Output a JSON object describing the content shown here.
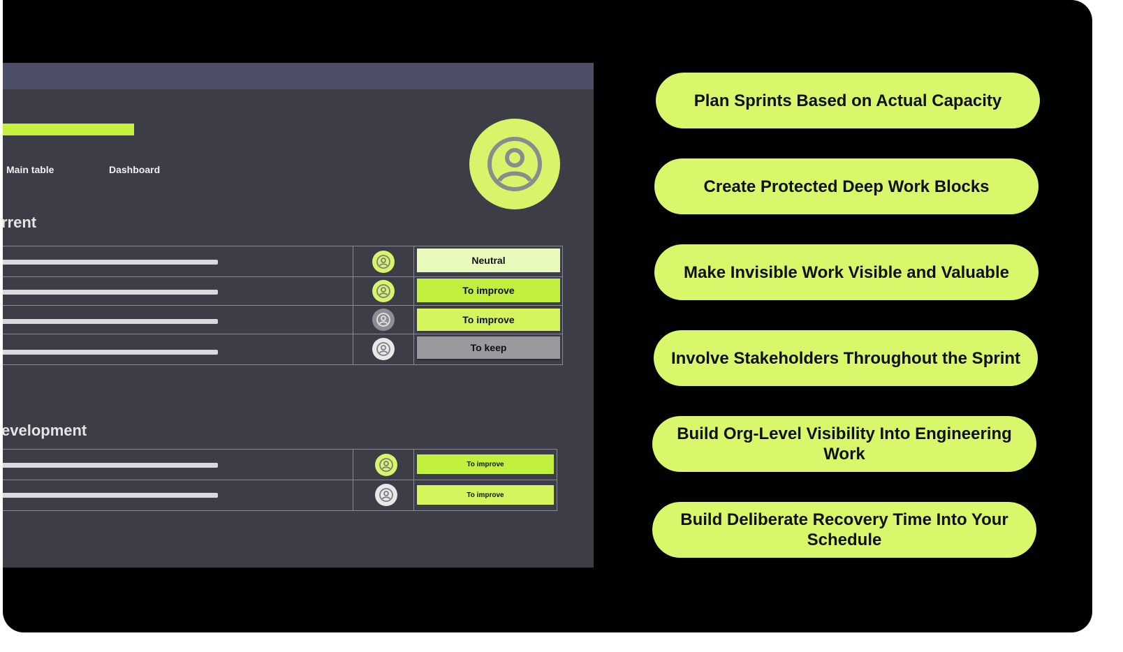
{
  "app": {
    "tabs": [
      "Main table",
      "Dashboard"
    ],
    "sections": [
      {
        "title": "rrent",
        "rows": [
          {
            "status": "Neutral",
            "status_color": "#e8fbbd",
            "avatar_color": "#d7f46b"
          },
          {
            "status": "To improve",
            "status_color": "#c2f03f",
            "avatar_color": "#d7f46b"
          },
          {
            "status": "To improve",
            "status_color": "#d4f55c",
            "avatar_color": "#8d8d93"
          },
          {
            "status": "To keep",
            "status_color": "#9a9a9e",
            "avatar_color": "#e8e8ea"
          }
        ]
      },
      {
        "title": "evelopment",
        "rows": [
          {
            "status": "To improve",
            "status_color": "#c2f03f",
            "avatar_color": "#d7f46b"
          },
          {
            "status": "To improve",
            "status_color": "#d4f55c",
            "avatar_color": "#e8e8ea"
          }
        ]
      }
    ],
    "profile_icon": "user-circle-icon"
  },
  "pills": [
    "Plan Sprints Based on Actual Capacity",
    "Create Protected Deep Work Blocks",
    "Make Invisible Work Visible and Valuable",
    "Involve Stakeholders Throughout the Sprint",
    "Build Org-Level Visibility Into Engineering Work",
    "Build Deliberate Recovery Time Into Your Schedule"
  ],
  "colors": {
    "accent": "#c6f23f",
    "pill": "#d9f76b",
    "panel": "#3d3d47",
    "topbar": "#4e4e68"
  }
}
